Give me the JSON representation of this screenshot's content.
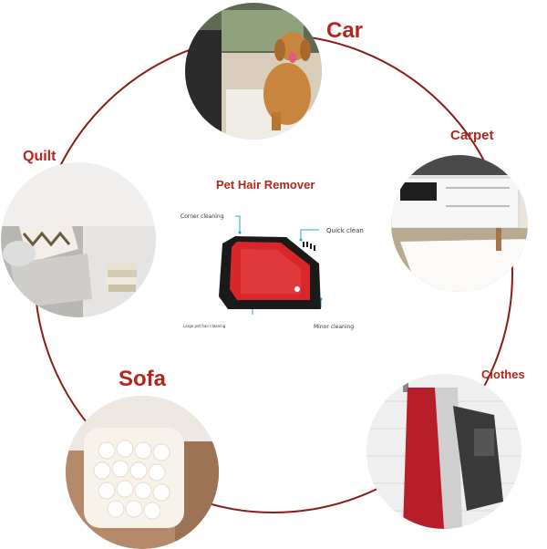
{
  "labels": {
    "car": "Car",
    "carpet": "Carpet",
    "quilt": "Quilt",
    "sofa": "Sofa",
    "clothes": "Clothes"
  },
  "center": {
    "title": "Pet Hair Remover",
    "callouts": {
      "corner": "Corner cleaning",
      "quick": "Quick clean",
      "minor": "Minor cleaning",
      "large": "Large pet hair cleaning"
    }
  },
  "colors": {
    "accent_red": "#b3261e",
    "ring": "#8a1c16",
    "tool_red": "#d9262a",
    "tool_black": "#1a1a1a",
    "callout_line": "#29a3c9"
  }
}
